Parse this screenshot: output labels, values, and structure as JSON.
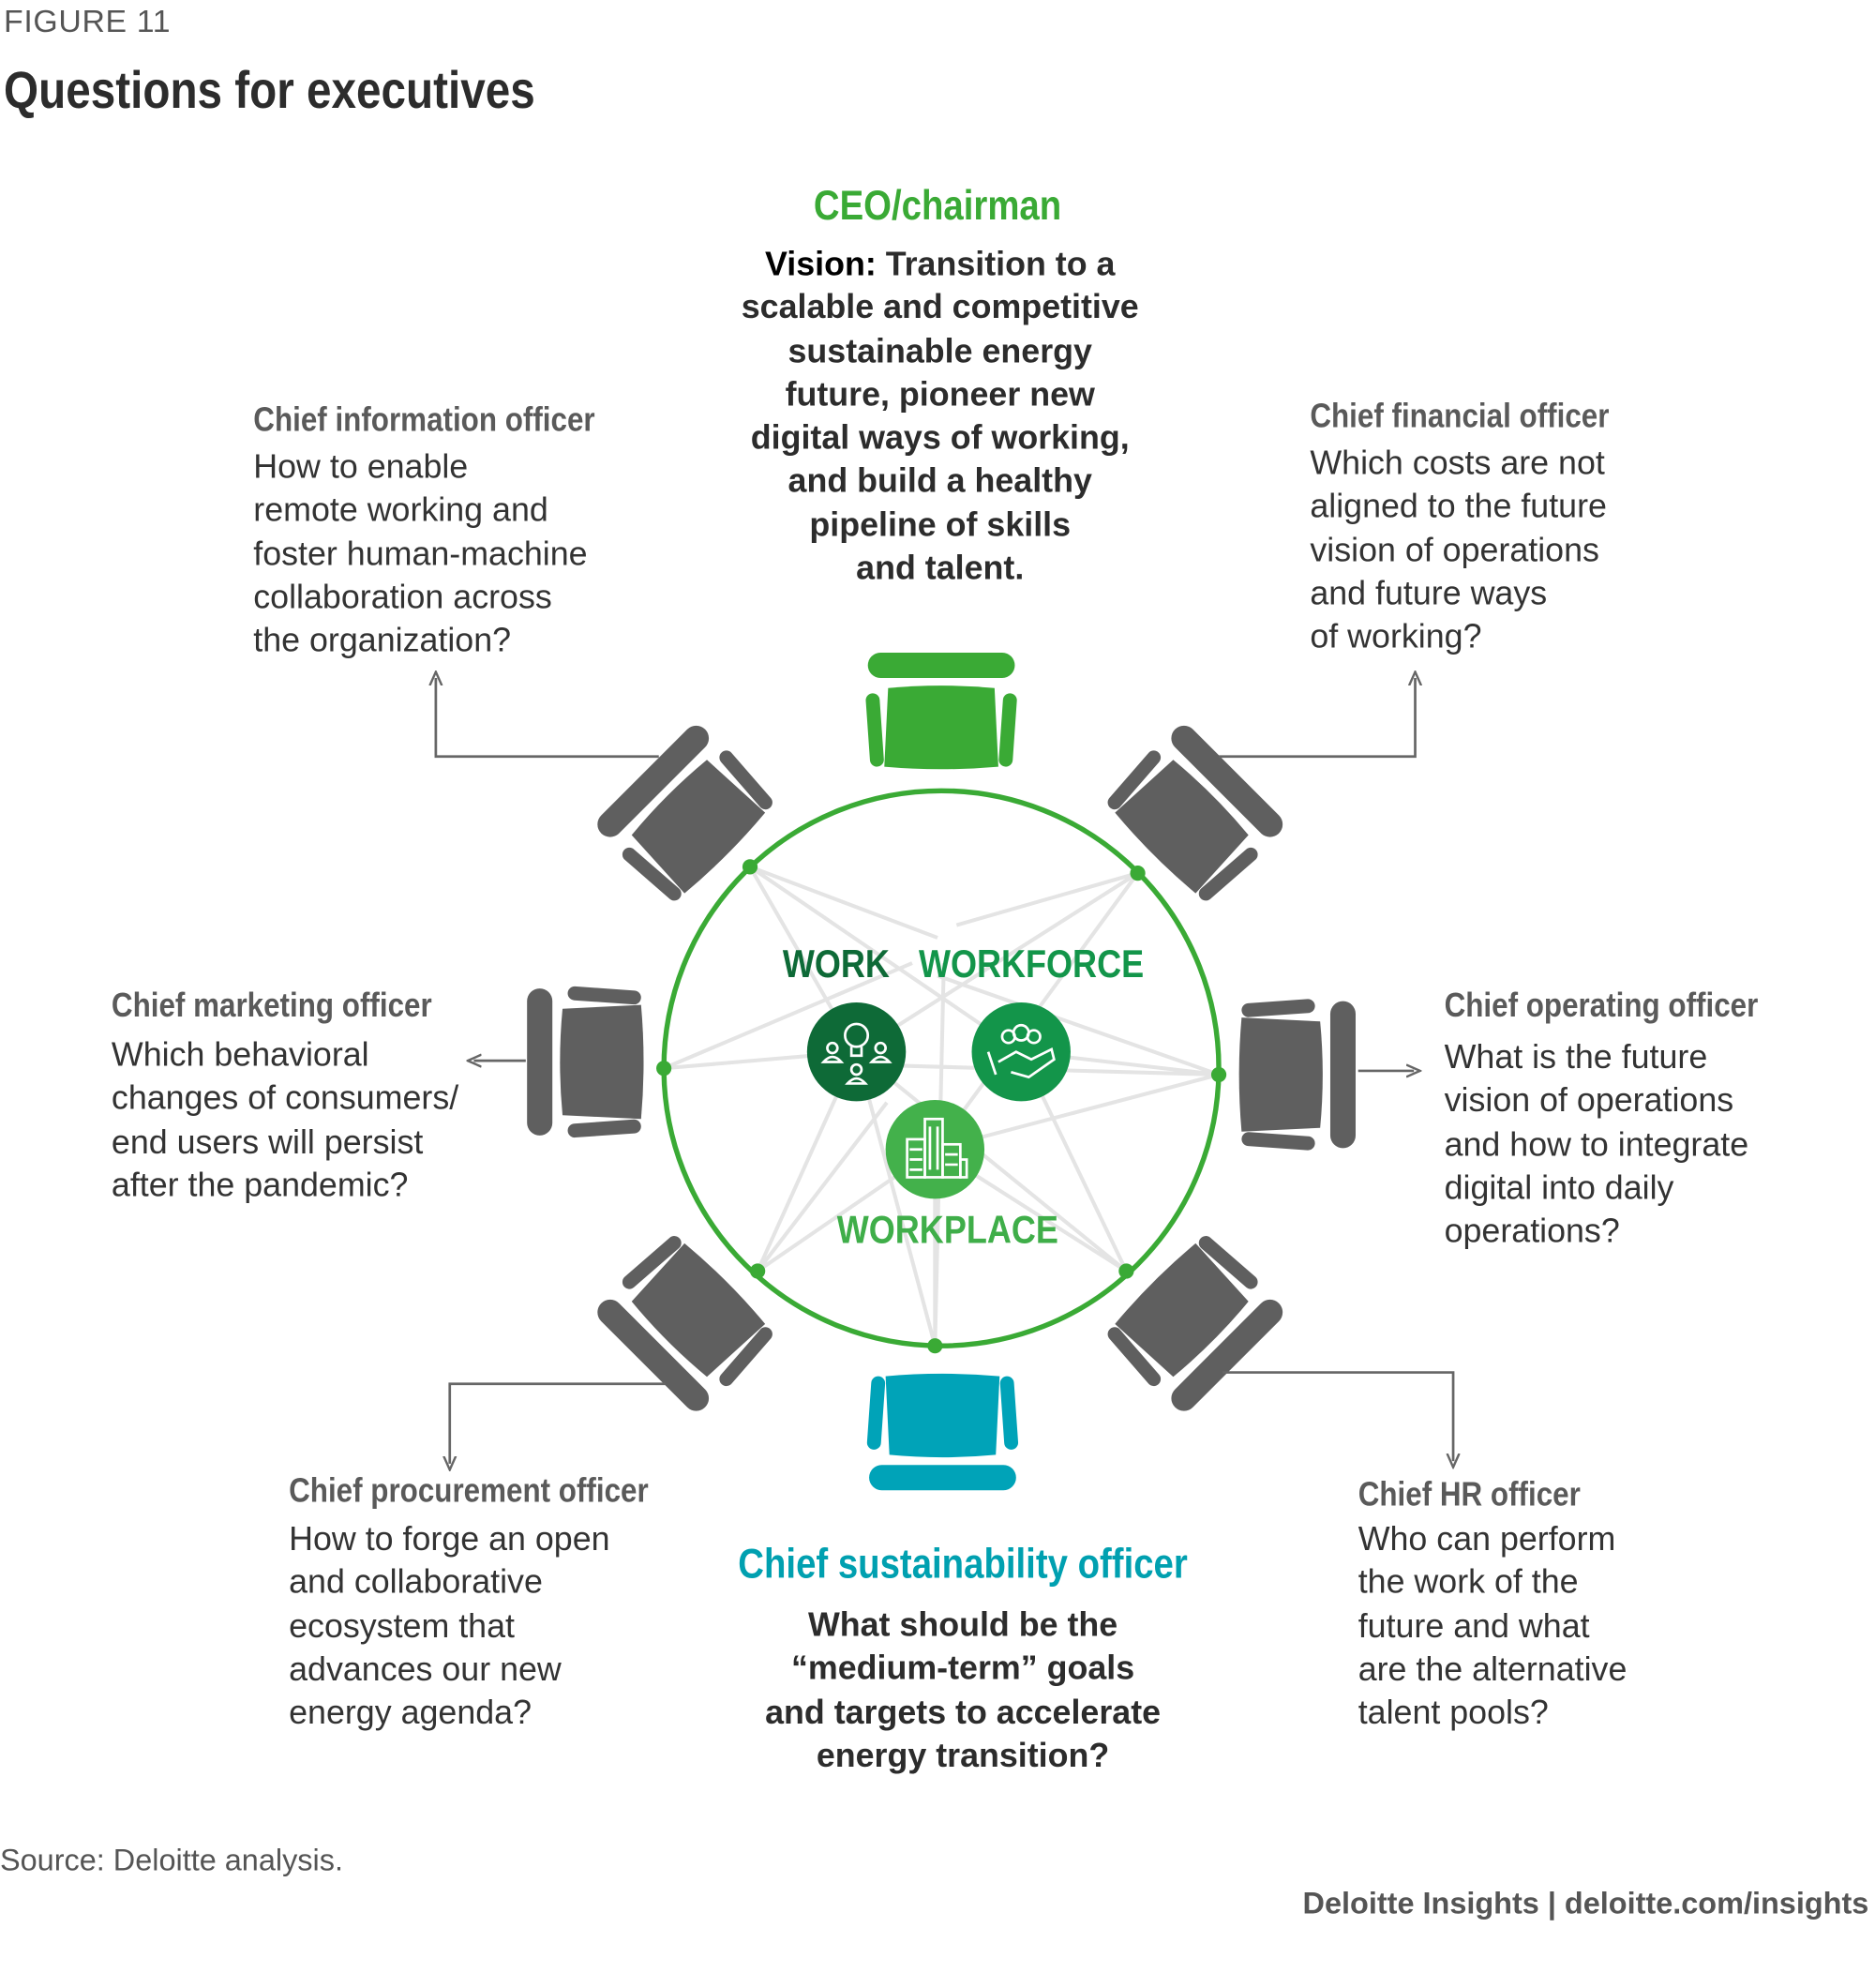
{
  "figure_label": "FIGURE 11",
  "title": "Questions for executives",
  "ceo": {
    "role": "CEO/chairman",
    "vision_label": "Vision:",
    "lines": [
      " Transition to a",
      "scalable and competitive",
      "sustainable energy",
      "future, pioneer new",
      "digital ways of working,",
      "and build a healthy",
      "pipeline of skills",
      "and talent."
    ]
  },
  "cio": {
    "role": "Chief information officer",
    "lines": [
      "How to enable",
      "remote working and",
      "foster human-machine",
      "collaboration across",
      "the organization?"
    ]
  },
  "cfo": {
    "role": "Chief financial officer",
    "lines": [
      "Which costs are not",
      "aligned to the future",
      "vision of operations",
      "and future ways",
      "of working?"
    ]
  },
  "cmo": {
    "role": "Chief marketing officer",
    "lines": [
      "Which behavioral",
      "changes of consumers/",
      "end users will persist",
      "after the pandemic?"
    ]
  },
  "coo": {
    "role": "Chief operating officer",
    "lines": [
      "What is the future",
      "vision of operations",
      "and how to integrate",
      "digital into daily",
      "operations?"
    ]
  },
  "cpo": {
    "role": "Chief procurement officer",
    "lines": [
      "How to forge an open",
      "and collaborative",
      "ecosystem that",
      "advances our new",
      "energy agenda?"
    ]
  },
  "chro": {
    "role": "Chief HR officer",
    "lines": [
      "Who can perform",
      "the work of the",
      "future and what",
      "are the alternative",
      "talent pools?"
    ]
  },
  "cso": {
    "role": "Chief sustainability officer",
    "lines": [
      "What should be the",
      "“medium-term” goals",
      "and targets to accelerate",
      "energy transition?"
    ]
  },
  "pillars": {
    "work": "WORK",
    "workforce": "WORKFORCE",
    "workplace": "WORKPLACE"
  },
  "colors": {
    "green": "#3aaa35",
    "teal": "#00a3b8",
    "chair_gray": "#5f5f5f",
    "work": "#0e6a37",
    "workforce": "#13954a",
    "workplace": "#43b14b"
  },
  "source": "Source: Deloitte analysis.",
  "footer": "Deloitte Insights | deloitte.com/insights"
}
